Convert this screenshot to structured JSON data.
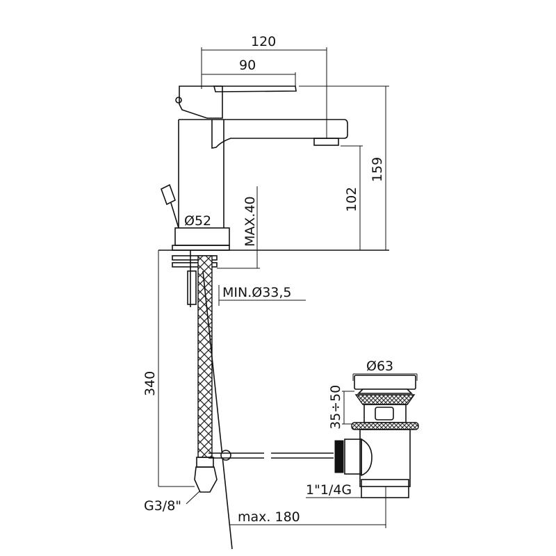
{
  "dimensions": {
    "width_total": "120",
    "lever_length": "90",
    "height_total": "159",
    "spout_height": "102",
    "max_deck": "MAX.40",
    "base_diameter": "Ø52",
    "min_hole": "MIN.Ø33,5",
    "hose_length": "340",
    "drain_diameter": "Ø63",
    "drain_range": "35÷50",
    "drain_thread": "1\"1/4G",
    "hose_thread": "G3/8\"",
    "rod_length": "max. 180"
  }
}
